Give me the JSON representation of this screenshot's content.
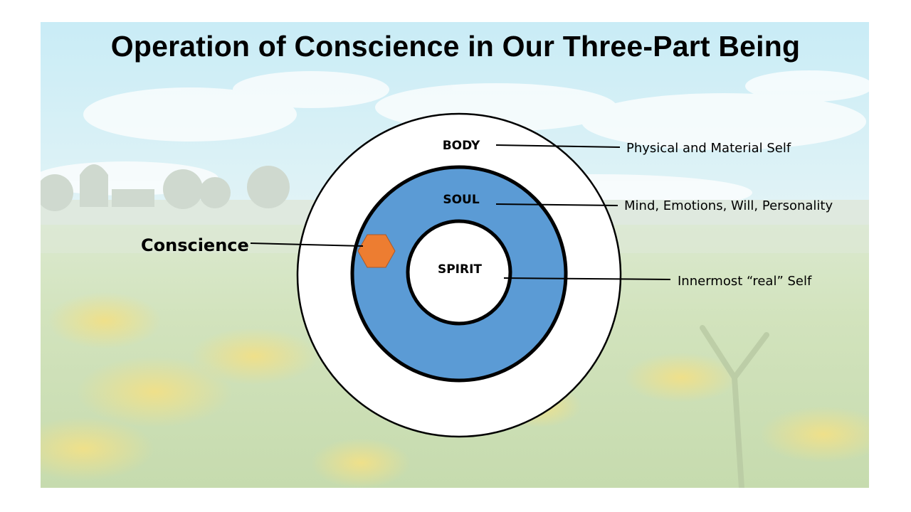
{
  "slide": {
    "title": "Operation of Conscience in Our Three-Part Being",
    "background_image": "meadow-with-yellow-flowers-and-sky"
  },
  "diagram": {
    "layers": [
      {
        "id": "body",
        "label": "BODY",
        "description": "Physical and Material Self",
        "fill": "#ffffff"
      },
      {
        "id": "soul",
        "label": "SOUL",
        "description": "Mind, Emotions, Will, Personality",
        "fill": "#5b9bd5"
      },
      {
        "id": "spirit",
        "label": "SPIRIT",
        "description": "Innermost “real” Self",
        "fill": "#ffffff"
      }
    ],
    "conscience": {
      "label": "Conscience",
      "shape": "hexagon",
      "color": "#ed7d31"
    }
  }
}
